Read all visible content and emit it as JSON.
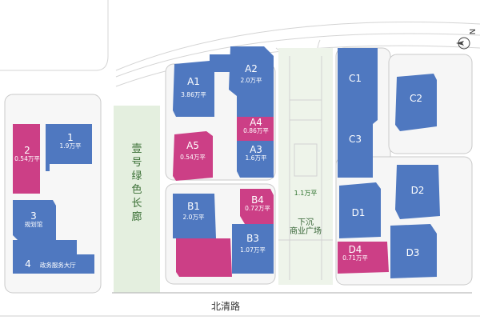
{
  "colors": {
    "building_blue": "#4f78c0",
    "building_magenta": "#cc3f86",
    "green_corridor": "#e4efdf",
    "plaza": "#eef4ea",
    "block_fill": "#f6f6f6",
    "block_outline": "#c9c9c9"
  },
  "compass": {
    "label": "N",
    "icon": "north-arrow-icon"
  },
  "buildings": [
    {
      "id": "b-1",
      "code": "1",
      "area": "1.9万平",
      "color": "blue"
    },
    {
      "id": "b-2",
      "code": "2",
      "area": "0.54万平",
      "color": "magenta"
    },
    {
      "id": "b-3",
      "code": "3",
      "area": "规划馆",
      "color": "blue"
    },
    {
      "id": "b-4",
      "code": "4",
      "area": "政务服务大厅",
      "color": "blue"
    },
    {
      "id": "a1",
      "code": "A1",
      "area": "3.86万平",
      "color": "blue"
    },
    {
      "id": "a2",
      "code": "A2",
      "area": "2.0万平",
      "color": "blue"
    },
    {
      "id": "a3",
      "code": "A3",
      "area": "1.6万平",
      "color": "blue"
    },
    {
      "id": "a4",
      "code": "A4",
      "area": "0.86万平",
      "color": "magenta"
    },
    {
      "id": "a5",
      "code": "A5",
      "area": "0.54万平",
      "color": "magenta"
    },
    {
      "id": "b1",
      "code": "B1",
      "area": "2.0万平",
      "color": "blue"
    },
    {
      "id": "b3",
      "code": "B3",
      "area": "1.07万平",
      "color": "blue"
    },
    {
      "id": "b4",
      "code": "B4",
      "area": "0.72万平",
      "color": "magenta"
    },
    {
      "id": "c1",
      "code": "C1",
      "area": "",
      "color": "blue"
    },
    {
      "id": "c2",
      "code": "C2",
      "area": "",
      "color": "blue"
    },
    {
      "id": "c3",
      "code": "C3",
      "area": "",
      "color": "blue"
    },
    {
      "id": "d1",
      "code": "D1",
      "area": "",
      "color": "blue"
    },
    {
      "id": "d2",
      "code": "D2",
      "area": "",
      "color": "blue"
    },
    {
      "id": "d3",
      "code": "D3",
      "area": "",
      "color": "blue"
    },
    {
      "id": "d4",
      "code": "D4",
      "area": "0.71万平",
      "color": "magenta"
    }
  ],
  "corridor": {
    "chars": [
      "壹",
      "号",
      "绿",
      "色",
      "长",
      "廊"
    ]
  },
  "plaza": {
    "area": "1.1万平",
    "name_line1": "下沉",
    "name_line2": "商业广场"
  },
  "road": {
    "name": "北清路"
  }
}
